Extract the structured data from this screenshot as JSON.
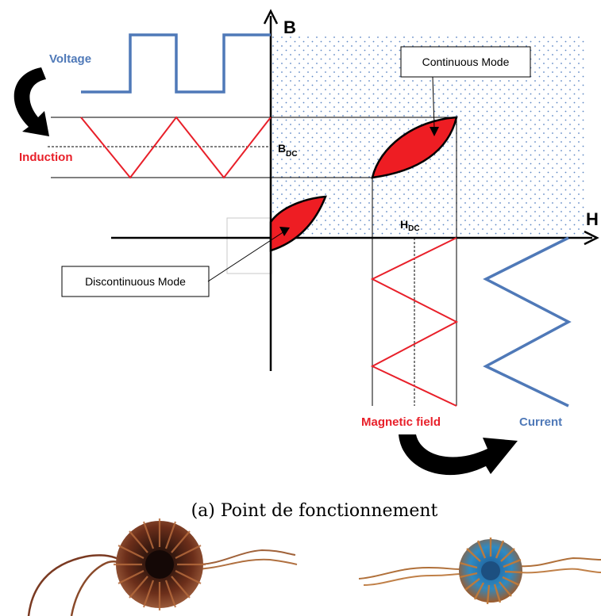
{
  "axes": {
    "b_label": "B",
    "h_label": "H"
  },
  "labels": {
    "voltage": "Voltage",
    "induction": "Induction",
    "b_dc_main": "B",
    "b_dc_sub": "DC",
    "h_dc_main": "H",
    "h_dc_sub": "DC",
    "continuous_mode": "Continuous Mode",
    "discontinuous_mode": "Discontinuous Mode",
    "magnetic_field": "Magnetic field",
    "current": "Current"
  },
  "caption": "(a) Point de fonctionnement",
  "colors": {
    "voltage_blue": "#4f79b8",
    "current_blue": "#4f79b8",
    "induction_red": "#e8202a",
    "loop_fill": "#ee1d23",
    "dot_blue": "#5b86c4",
    "axis_black": "#000000"
  },
  "photos": [
    {
      "name": "toroid-photo-left",
      "core_color": "#4b2318"
    },
    {
      "name": "toroid-photo-right",
      "core_color": "#2f8ac2"
    }
  ]
}
